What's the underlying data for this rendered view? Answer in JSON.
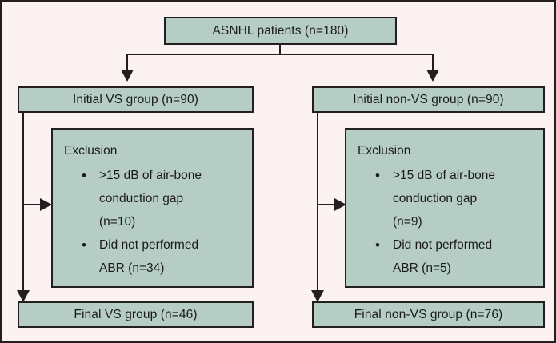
{
  "figure": {
    "title": "ASNHL patient flow diagram",
    "background_color": "#fdf2f2",
    "box_fill_color": "#b5cdc4",
    "border_color": "#231f20"
  },
  "nodes": {
    "root": {
      "label": "ASNHL patients (n=180)"
    },
    "initial_vs": {
      "label": "Initial VS group (n=90)"
    },
    "initial_nonvs": {
      "label": "Initial non-VS group (n=90)"
    },
    "final_vs": {
      "label": "Final VS group (n=46)"
    },
    "final_nonvs": {
      "label": "Final non-VS group (n=76)"
    }
  },
  "exclusion_vs": {
    "title": "Exclusion",
    "items": [
      {
        "line1": ">15 dB of air-bone",
        "line2": "conduction gap",
        "line3": "(n=10)"
      },
      {
        "line1": "Did not performed",
        "line2": "ABR (n=34)"
      }
    ]
  },
  "exclusion_nonvs": {
    "title": "Exclusion",
    "items": [
      {
        "line1": ">15 dB of air-bone",
        "line2": "conduction gap",
        "line3": "(n=9)"
      },
      {
        "line1": "Did not performed",
        "line2": "ABR (n=5)"
      }
    ]
  }
}
